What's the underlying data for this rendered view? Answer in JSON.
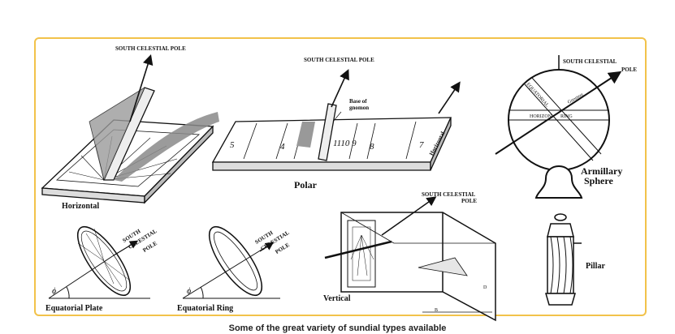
{
  "figure": {
    "caption": "Some of the great variety of sundial types available",
    "pole_label": "SOUTH CELESTIAL POLE",
    "pole_label_split": {
      "line1": "SOUTH CELESTIAL",
      "line2": "POLE"
    },
    "south_celestial_pole_stack": {
      "line1": "SOUTH",
      "line2": "CELESTIAL",
      "line3": "POLE"
    },
    "base_of_gnomon": {
      "line1": "Base of",
      "line2": "gnomon"
    },
    "dial_labels": {
      "horizontal": "Horizontal",
      "polar": "Polar",
      "armillary": {
        "line1": "Armillary",
        "line2": "Sphere"
      },
      "equatorial_plate": "Equatorial Plate",
      "equatorial_ring": "Equatorial Ring",
      "vertical": "Vertical",
      "pillar": "Pillar",
      "horizontal_edge": "Horizontal"
    },
    "armillary_ring_labels": {
      "equatorial": "EQUATORIAL",
      "horizon": "HORIZON",
      "ring": "RING",
      "gnomon": "Gnomon"
    },
    "angle_symbol": "ϕ",
    "colors": {
      "frame_border": "#f2c24a",
      "ink": "#111111",
      "shade": "#8a8a8a"
    }
  }
}
